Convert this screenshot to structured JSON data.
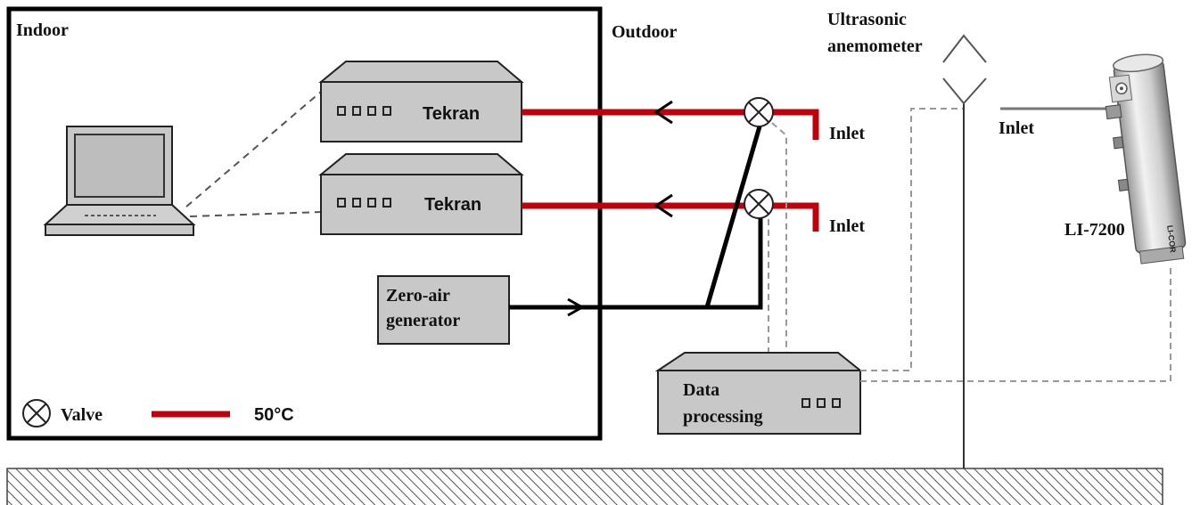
{
  "labels": {
    "indoor": "Indoor",
    "outdoor": "Outdoor",
    "tekran_1": "Tekran",
    "tekran_2": "Tekran",
    "zero_air_line1": "Zero-air",
    "zero_air_line2": "generator",
    "data_processing_line1": "Data",
    "data_processing_line2": "processing",
    "inlet_1": "Inlet",
    "inlet_2": "Inlet",
    "inlet_3": "Inlet",
    "anemometer_line1": "Ultrasonic",
    "anemometer_line2": "anemometer",
    "li7200": "LI-7200",
    "legend_valve": "Valve",
    "legend_heated": "50°C"
  },
  "logo_text": "LI-COR",
  "colors": {
    "heated_line": "#c0000b",
    "equipment_fill": "#c8c8c8",
    "outline": "#222222",
    "ground_hatch": "#666666"
  },
  "icons": {
    "valve": "valve-icon",
    "laptop": "laptop-icon",
    "sensor": "li7200-sensor-icon"
  }
}
